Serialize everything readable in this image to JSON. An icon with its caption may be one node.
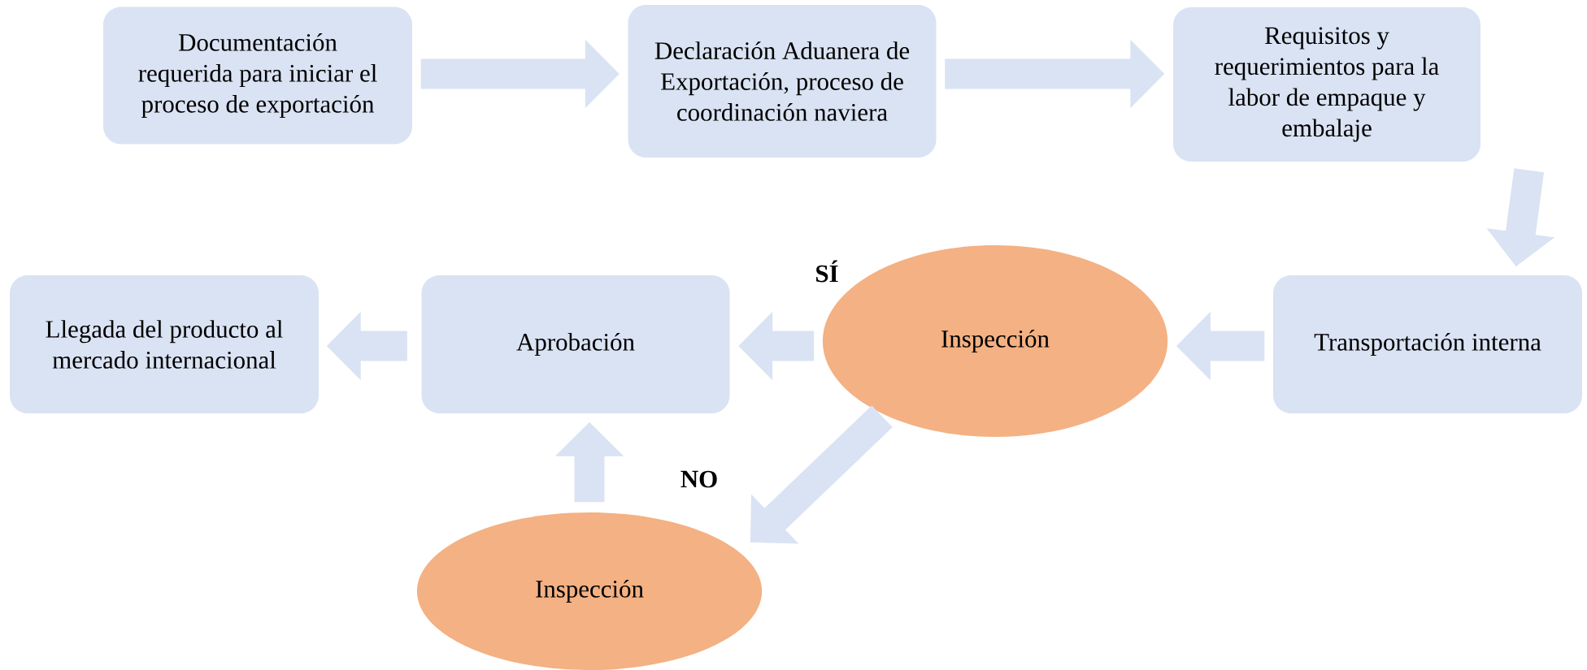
{
  "diagram": {
    "nodes": [
      {
        "text": [
          "Documentación requerida para iniciar el proceso de exportación"
        ]
      },
      {
        "text": [
          "Declaración Aduanera de Exportación, proceso de coordinación naviera"
        ]
      },
      {
        "text": [
          "Requisitos y requerimientos para la labor de empaque y embalaje"
        ]
      },
      {
        "text": [
          "Transportación interna"
        ]
      },
      {
        "text": [
          "Inspección"
        ]
      },
      {
        "text": [
          "Aprobación"
        ]
      },
      {
        "text": [
          "Llegada del producto al mercado internacional"
        ]
      },
      {
        "text": [
          "Inspección"
        ]
      }
    ],
    "edges": [
      {
        "from": 0,
        "to": 1,
        "arrow": "to"
      },
      {
        "from": 1,
        "to": 2,
        "arrow": "to"
      },
      {
        "from": 2,
        "to": 3,
        "arrow": "to"
      },
      {
        "from": 3,
        "to": 4,
        "arrow": "to"
      },
      {
        "from": 4,
        "to": 5,
        "arrow": "to",
        "label": "SÍ"
      },
      {
        "from": 4,
        "to": 7,
        "arrow": "to",
        "label": "NO"
      },
      {
        "from": 7,
        "to": 5,
        "arrow": "to"
      },
      {
        "from": 5,
        "to": 6,
        "arrow": "to"
      }
    ]
  }
}
